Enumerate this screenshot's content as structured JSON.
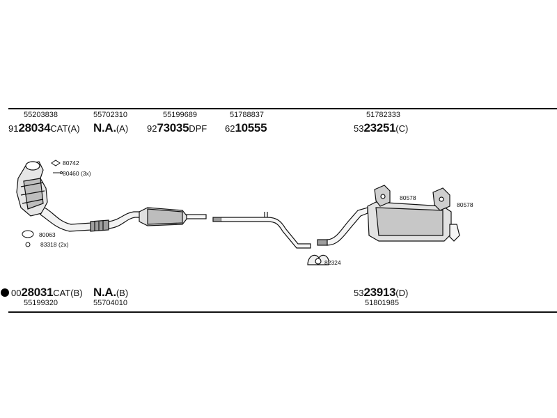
{
  "top": {
    "groups": [
      {
        "oe": "55203838",
        "prefix": "91",
        "main": "28034",
        "suffix": "CAT(A)"
      },
      {
        "oe": "55702310",
        "prefix": "",
        "main": "N.A.",
        "suffix": "(A)"
      },
      {
        "oe": "55199689",
        "prefix": "92",
        "main": "73035",
        "suffix": "DPF"
      },
      {
        "oe": "51788837",
        "prefix": "62",
        "main": "10555",
        "suffix": ""
      },
      {
        "oe": "51782333",
        "prefix": "53",
        "main": "23251",
        "suffix": "(C)"
      }
    ]
  },
  "bottom": {
    "groups": [
      {
        "oe": "55199320",
        "prefix": "00",
        "main": "28031",
        "suffix": "CAT(B)"
      },
      {
        "oe": "55704010",
        "prefix": "",
        "main": "N.A.",
        "suffix": "(B)"
      },
      {
        "oe": "51801985",
        "prefix": "53",
        "main": "23913",
        "suffix": "(D)"
      }
    ]
  },
  "callouts": {
    "c80742": "80742",
    "c80460": "80460 (3x)",
    "c80063": "80063",
    "c83318": "83318 (2x)",
    "c82324": "82324",
    "c80578a": "80578",
    "c80578b": "80578"
  }
}
